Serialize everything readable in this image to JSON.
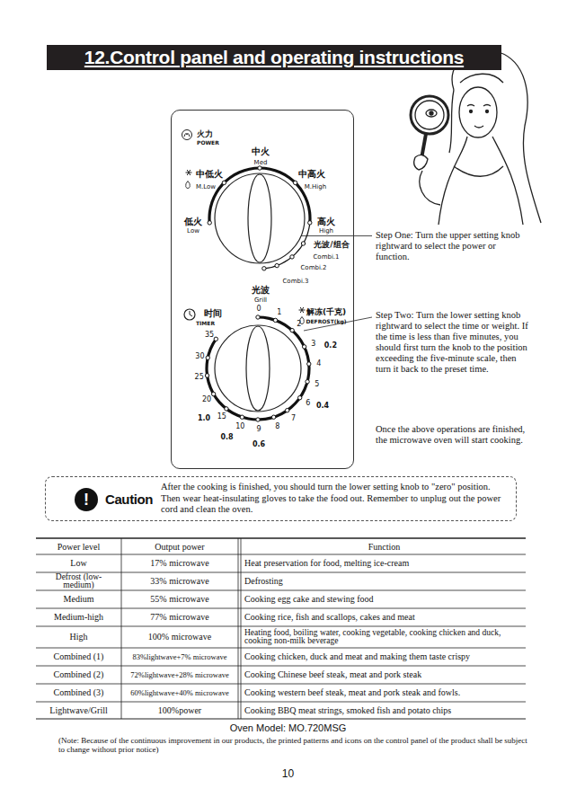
{
  "diagram": {
    "title": "12.Control panel and operating instructions",
    "nodes": [
      {
        "text": [
          "火力",
          "POWER",
          "中火",
          "Med",
          "中低火",
          "M.Low",
          "中高火",
          "M.High",
          "低火",
          "Low",
          "高火",
          "High",
          "光波/组合",
          "Combi.1",
          "Combi.2",
          "Combi.3",
          "光波",
          "Grill",
          "时间",
          "TIMER",
          "解冻(千克)",
          "DEFROST(kg)",
          "0",
          "1",
          "2",
          "3",
          "4",
          "5",
          "6",
          "7",
          "8",
          "9",
          "10",
          "15",
          "20",
          "25",
          "30",
          "35",
          "0.2",
          "0.4",
          "0.6",
          "0.8",
          "1.0"
        ]
      },
      {
        "text": [
          "!",
          "Caution",
          "After the cooking is finished, you should turn the lower setting knob to \"zero\" position. Then wear heat-insulating gloves to take the food out. Remember to unplug out the power cord and clean the oven."
        ]
      }
    ],
    "labels": [
      "Step One: Turn the upper setting knob rightward to select the power or function.",
      "Step Two: Turn the lower setting knob rightward to select the time or weight. If the time is less than five minutes, you should first turn the knob to the position exceeding the five-minute scale, then turn it back to the preset time.",
      "Once the above operations are finished, the microwave oven will start cooking.",
      "Power level",
      "Output power",
      "Function",
      "Low",
      "17% microwave",
      "Heat preservation for food, melting ice-cream",
      "Defrost (low-medium)",
      "33% microwave",
      "Defrosting",
      "Medium",
      "55% microwave",
      "Cooking egg cake and stewing food",
      "Medium-high",
      "77% microwave",
      "Cooking rice, fish and scallops, cakes and meat",
      "High",
      "100% microwave",
      "Heating food, boiling water, cooking vegetable, cooking chicken and duck, cooking non-milk beverage",
      "Combined (1)",
      "83%lightwave+7% microwave",
      "Cooking chicken, duck and meat and making them taste crispy",
      "Combined (2)",
      "72%lightwave+28% microwave",
      "Cooking Chinese beef steak, meat and pork steak",
      "Combined (3)",
      "60%lightwave+40% microwave",
      "Cooking western beef steak, meat and pork steak and fowls.",
      "Lightwave/Grill",
      "100%power",
      "Cooking BBQ meat strings, smoked fish and potato chips",
      "Oven Model: MO.720MSG",
      "(Note: Because of the continuous improvement in our products, the printed patterns and icons on the control panel of the product shall be subject to change without prior notice)",
      "10"
    ]
  }
}
